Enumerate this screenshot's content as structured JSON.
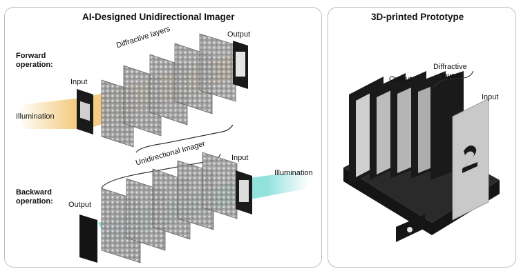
{
  "left_panel": {
    "title": "AI-Designed Unidirectional Imager",
    "forward": {
      "op_label_line1": "Forward",
      "op_label_line2": "operation:",
      "input_label": "Input",
      "output_label": "Output",
      "illumination_label": "Illumination",
      "layers_label": "Diffractive layers"
    },
    "center_label": "Unidirectional Imager",
    "backward": {
      "op_label_line1": "Backward",
      "op_label_line2": "operation:",
      "input_label": "Input",
      "output_label": "Output",
      "illumination_label": "Illumination"
    }
  },
  "right_panel": {
    "title": "3D-printed Prototype",
    "output_label": "Output",
    "layers_label_line1": "Diffractive",
    "layers_label_line2": "layers",
    "input_label": "Input"
  },
  "colors": {
    "forward_beam": "#f0b54a",
    "backward_beam": "#5fd4cc",
    "plate_gray": "#8d8d8d",
    "holder_black": "#151515"
  }
}
